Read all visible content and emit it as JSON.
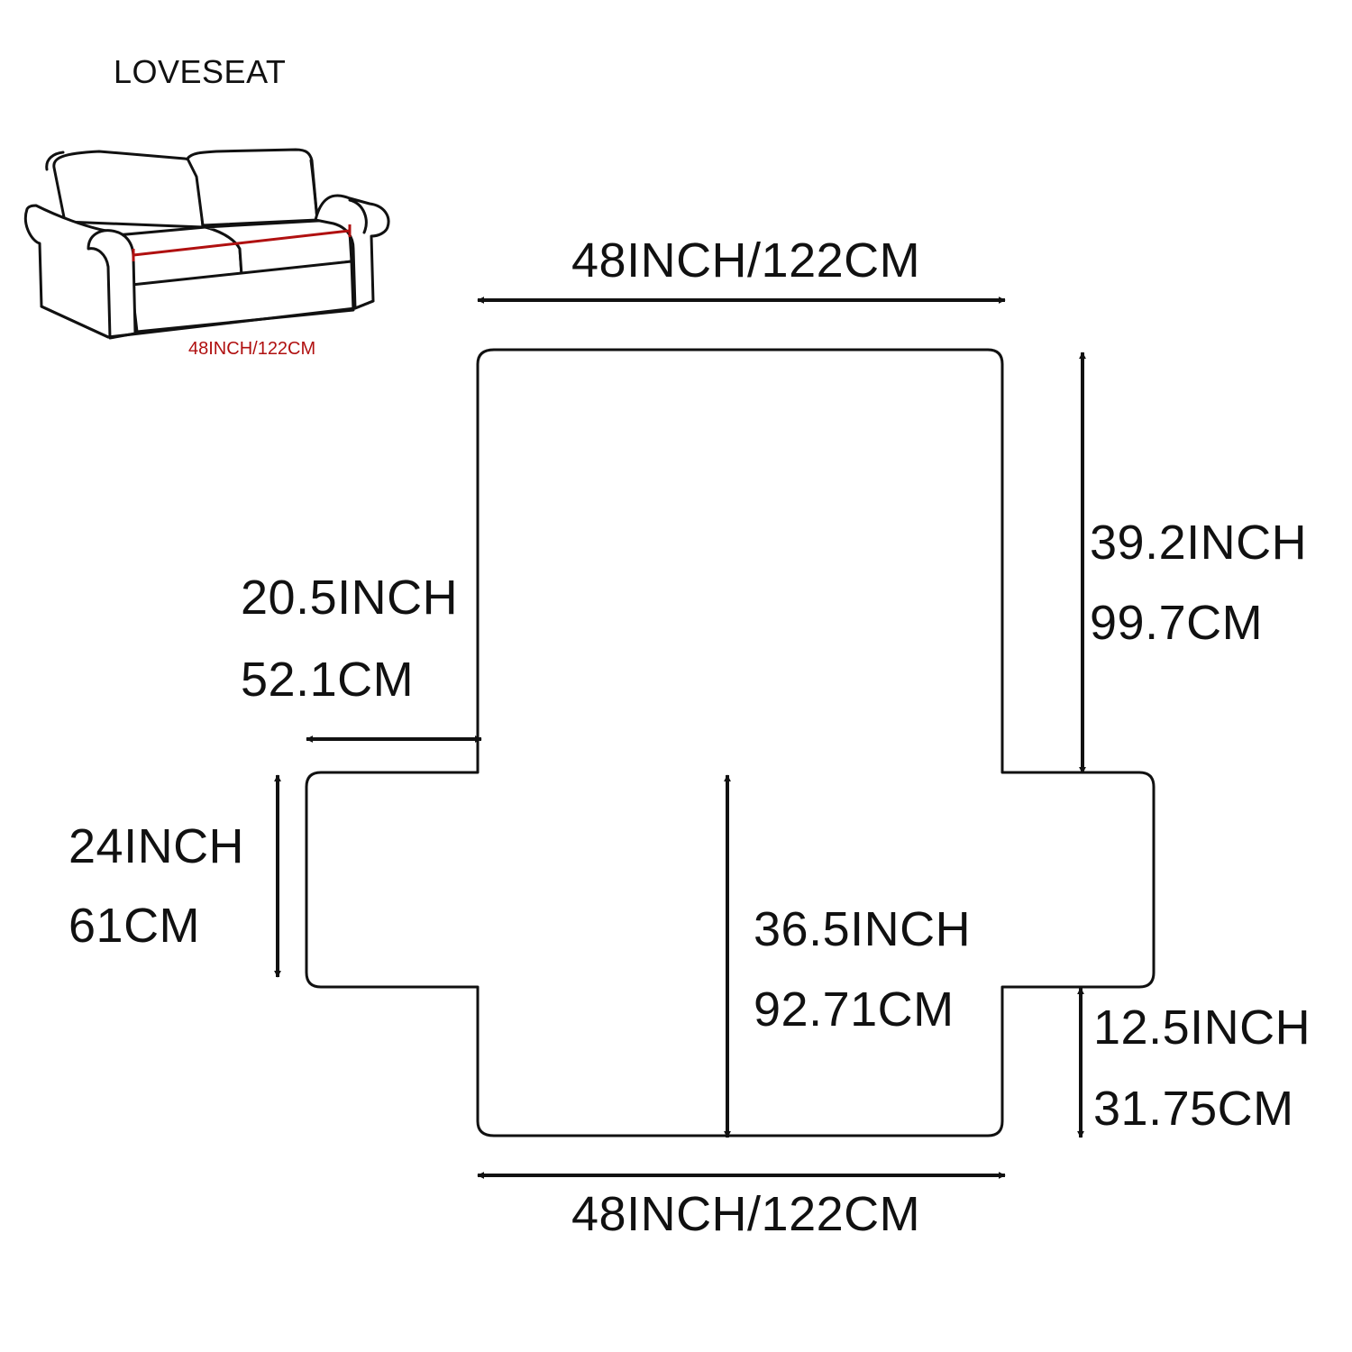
{
  "product": {
    "type_label": "LOVESEAT",
    "sofa_width_label": "48INCH/122CM"
  },
  "dimensions": {
    "top_width": "48INCH/122CM",
    "bottom_width": "48INCH/122CM",
    "back_height_in": "39.2INCH",
    "back_height_cm": "99.7CM",
    "arm_width_in": "20.5INCH",
    "arm_width_cm": "52.1CM",
    "arm_height_in": "24INCH",
    "arm_height_cm": "61CM",
    "seat_depth_in": "36.5INCH",
    "seat_depth_cm": "92.71CM",
    "flap_height_in": "12.5INCH",
    "flap_height_cm": "31.75CM"
  },
  "colors": {
    "line": "#111111",
    "sofa_measure": "#b01010"
  }
}
